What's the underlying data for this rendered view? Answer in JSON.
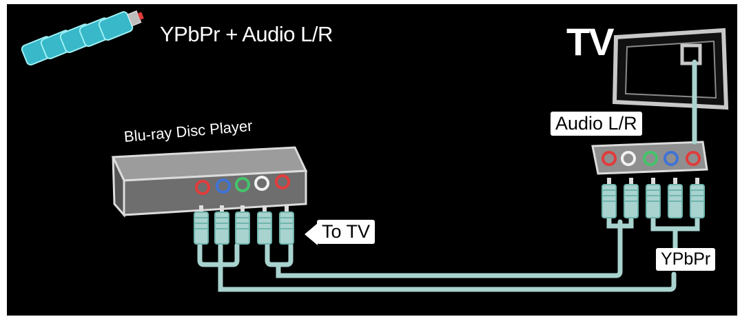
{
  "header": {
    "title": "YPbPr + Audio L/R",
    "connector_icon": "component-cable-bundle-icon"
  },
  "devices": {
    "player_label": "Blu-ray Disc Player",
    "tv_label": "TV"
  },
  "callouts": {
    "audio": "Audio L/R",
    "to_tv": "To TV",
    "ypbpr": "YPbPr"
  },
  "colors": {
    "background": "#000000",
    "cable": "#a9d3cf",
    "jack_red": "#e23b3b",
    "jack_blue": "#3f73d6",
    "jack_green": "#43c46a",
    "jack_white": "#f2f2f2",
    "device_fill": "#b4b4b4"
  }
}
